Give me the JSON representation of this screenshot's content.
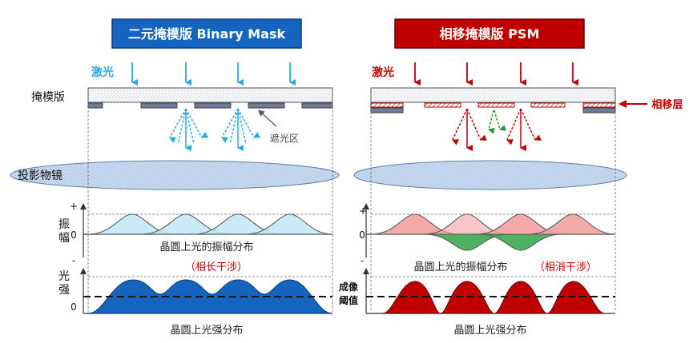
{
  "left_panel": {
    "title": "二元掩模版 Binary Mask",
    "laser": "激光",
    "shadow_label": "遮光区",
    "amp_caption": "晶圆上光的振幅分布",
    "amp_note": "（相长干涉）",
    "intensity_caption": "晶圆上光强分布",
    "color": "#1f6fbf"
  },
  "right_panel": {
    "title": "相移掩模版 PSM",
    "laser": "激光",
    "shifter_label": "相移层",
    "amp_caption": "晶圆上光的振幅分布",
    "amp_note": "（相消干涉）",
    "intensity_caption": "晶圆上光强分布",
    "threshold_label_1": "成像",
    "threshold_label_2": "阈值",
    "color": "#c00000"
  },
  "side_labels": {
    "mask": "掩模版",
    "lens": "投影物镜",
    "amp_1": "振",
    "amp_2": "幅",
    "int_1": "光",
    "int_2": "强"
  },
  "axis": {
    "plus": "+",
    "zero": "0",
    "minus": "-"
  }
}
